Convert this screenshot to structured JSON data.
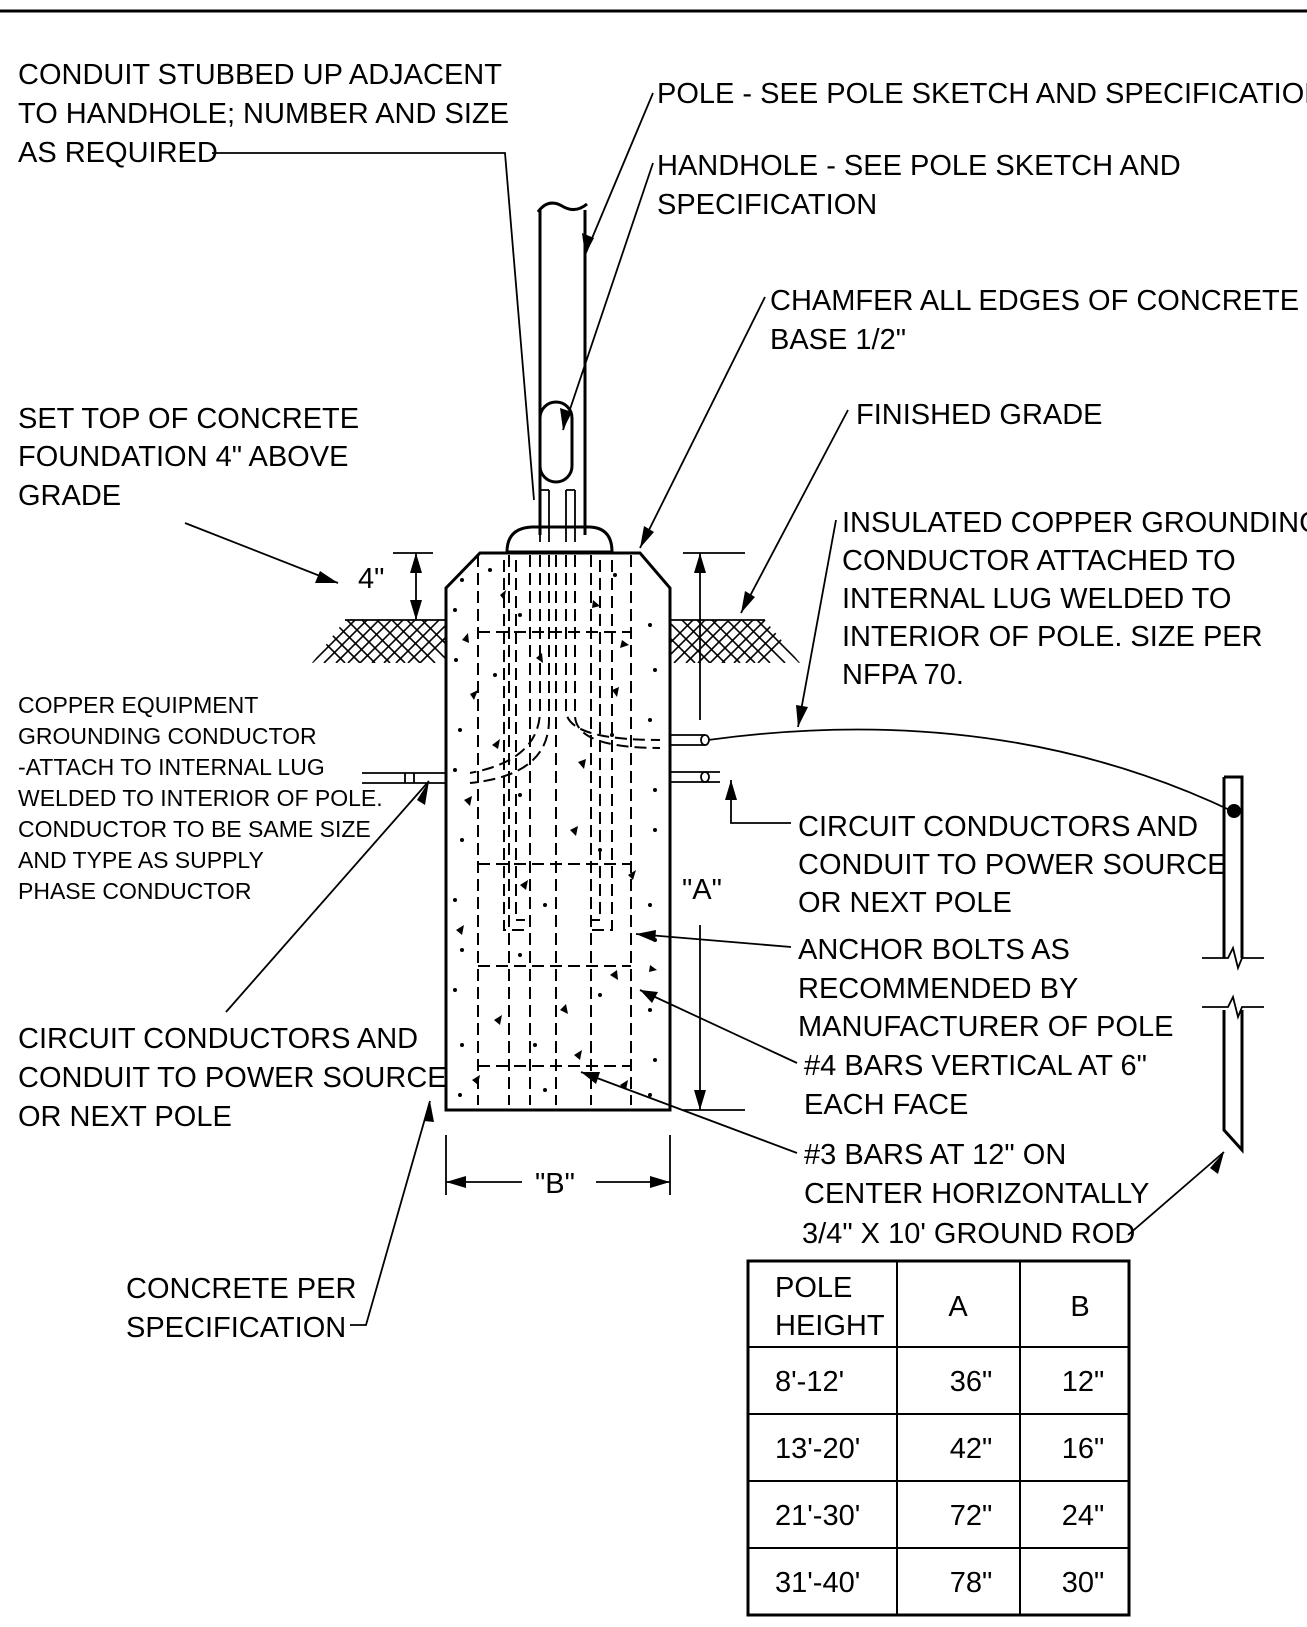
{
  "labels": {
    "conduit_stubbed": [
      "CONDUIT STUBBED UP ADJACENT",
      "TO HANDHOLE; NUMBER AND SIZE",
      "AS REQUIRED"
    ],
    "pole": [
      "POLE - SEE POLE SKETCH AND SPECIFICATION"
    ],
    "handhole": [
      "HANDHOLE - SEE POLE SKETCH AND",
      "SPECIFICATION"
    ],
    "chamfer": [
      "CHAMFER ALL EDGES OF CONCRETE",
      "BASE 1/2\""
    ],
    "set_top": [
      "SET TOP OF CONCRETE",
      "FOUNDATION 4\" ABOVE",
      "GRADE"
    ],
    "finished_grade": [
      "FINISHED GRADE"
    ],
    "insulated_copper": [
      "INSULATED COPPER GROUNDING",
      "CONDUCTOR ATTACHED TO",
      "INTERNAL LUG WELDED TO",
      "INTERIOR OF POLE. SIZE PER",
      "NFPA 70."
    ],
    "copper_equipment": [
      "COPPER EQUIPMENT",
      "GROUNDING CONDUCTOR",
      "-ATTACH TO INTERNAL LUG",
      "WELDED TO INTERIOR OF POLE.",
      "CONDUCTOR TO BE SAME SIZE",
      "AND TYPE AS SUPPLY",
      "PHASE CONDUCTOR"
    ],
    "circuit_right": [
      "CIRCUIT CONDUCTORS AND",
      "CONDUIT TO POWER SOURCE",
      "OR NEXT POLE"
    ],
    "anchor_bolts": [
      "ANCHOR BOLTS AS",
      "RECOMMENDED BY",
      "MANUFACTURER OF POLE"
    ],
    "bars4": [
      "#4 BARS VERTICAL AT 6\"",
      "EACH FACE"
    ],
    "bars3": [
      "#3 BARS AT 12\" ON",
      "CENTER HORIZONTALLY"
    ],
    "ground_rod": [
      "3/4\" X 10' GROUND ROD"
    ],
    "circuit_left": [
      "CIRCUIT CONDUCTORS AND",
      "CONDUIT TO POWER SOURCE",
      "OR NEXT POLE"
    ],
    "concrete": [
      "CONCRETE PER",
      "SPECIFICATION"
    ]
  },
  "dimensions": {
    "four_inch": "4\"",
    "a": "\"A\"",
    "b": "\"B\""
  },
  "table": {
    "headers": [
      [
        "POLE",
        "HEIGHT"
      ],
      [
        "A"
      ],
      [
        "B"
      ]
    ],
    "rows": [
      [
        "8'-12'",
        "36\"",
        "12\""
      ],
      [
        "13'-20'",
        "42\"",
        "16\""
      ],
      [
        "21'-30'",
        "72\"",
        "24\""
      ],
      [
        "31'-40'",
        "78\"",
        "30\""
      ]
    ]
  }
}
